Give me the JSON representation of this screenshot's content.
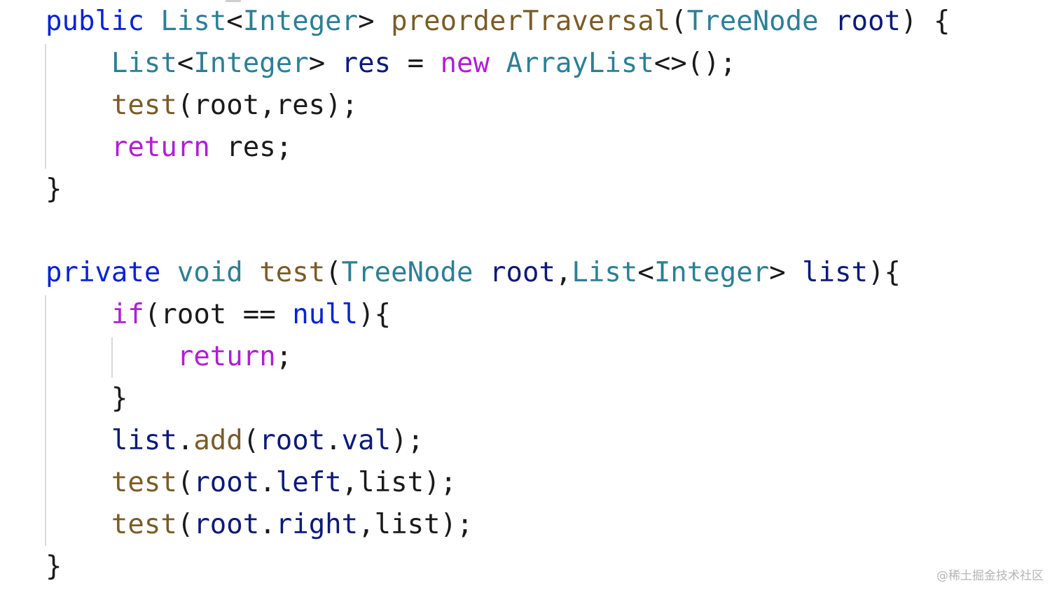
{
  "editor": {
    "lines": [
      {
        "tokens": [
          [
            "public",
            "kw"
          ],
          [
            " ",
            "pl"
          ],
          [
            "List",
            "ty"
          ],
          [
            "<",
            "pl"
          ],
          [
            "Integer",
            "ty"
          ],
          [
            "> ",
            "pl"
          ],
          [
            "preorderTraversal",
            "fn"
          ],
          [
            "(",
            "pl"
          ],
          [
            "TreeNode",
            "ty"
          ],
          [
            " ",
            "pl"
          ],
          [
            "root",
            "vr"
          ],
          [
            ") {",
            "pl"
          ]
        ]
      },
      {
        "tokens": [
          [
            "    ",
            "pl"
          ],
          [
            "List",
            "ty"
          ],
          [
            "<",
            "pl"
          ],
          [
            "Integer",
            "ty"
          ],
          [
            "> ",
            "pl"
          ],
          [
            "res",
            "vr"
          ],
          [
            " = ",
            "pl"
          ],
          [
            "new",
            "ctl"
          ],
          [
            " ",
            "pl"
          ],
          [
            "ArrayList",
            "ty"
          ],
          [
            "<>();",
            "pl"
          ]
        ]
      },
      {
        "tokens": [
          [
            "    ",
            "pl"
          ],
          [
            "test",
            "fn"
          ],
          [
            "(root,res);",
            "pl"
          ]
        ]
      },
      {
        "tokens": [
          [
            "    ",
            "pl"
          ],
          [
            "return",
            "ctl"
          ],
          [
            " res;",
            "pl"
          ]
        ]
      },
      {
        "tokens": [
          [
            "}",
            "pl"
          ]
        ]
      },
      {
        "tokens": []
      },
      {
        "tokens": [
          [
            "private",
            "kw"
          ],
          [
            " ",
            "pl"
          ],
          [
            "void",
            "ty"
          ],
          [
            " ",
            "pl"
          ],
          [
            "test",
            "fn"
          ],
          [
            "(",
            "pl"
          ],
          [
            "TreeNode",
            "ty"
          ],
          [
            " ",
            "pl"
          ],
          [
            "root",
            "vr"
          ],
          [
            ",",
            "pl"
          ],
          [
            "List",
            "ty"
          ],
          [
            "<",
            "pl"
          ],
          [
            "Integer",
            "ty"
          ],
          [
            "> ",
            "pl"
          ],
          [
            "list",
            "vr"
          ],
          [
            "){",
            "pl"
          ]
        ]
      },
      {
        "tokens": [
          [
            "    ",
            "pl"
          ],
          [
            "if",
            "ctl"
          ],
          [
            "(root == ",
            "pl"
          ],
          [
            "null",
            "kw"
          ],
          [
            "){",
            "pl"
          ]
        ]
      },
      {
        "tokens": [
          [
            "        ",
            "pl"
          ],
          [
            "return",
            "ctl"
          ],
          [
            ";",
            "pl"
          ]
        ]
      },
      {
        "tokens": [
          [
            "    }",
            "pl"
          ]
        ]
      },
      {
        "tokens": [
          [
            "    ",
            "pl"
          ],
          [
            "list",
            "vr"
          ],
          [
            ".",
            "pl"
          ],
          [
            "add",
            "fn"
          ],
          [
            "(",
            "pl"
          ],
          [
            "root",
            "vr"
          ],
          [
            ".",
            "pl"
          ],
          [
            "val",
            "vr"
          ],
          [
            ");",
            "pl"
          ]
        ]
      },
      {
        "tokens": [
          [
            "    ",
            "pl"
          ],
          [
            "test",
            "fn"
          ],
          [
            "(",
            "pl"
          ],
          [
            "root",
            "vr"
          ],
          [
            ".",
            "pl"
          ],
          [
            "left",
            "vr"
          ],
          [
            ",list);",
            "pl"
          ]
        ]
      },
      {
        "tokens": [
          [
            "    ",
            "pl"
          ],
          [
            "test",
            "fn"
          ],
          [
            "(",
            "pl"
          ],
          [
            "root",
            "vr"
          ],
          [
            ".",
            "pl"
          ],
          [
            "right",
            "vr"
          ],
          [
            ",list);",
            "pl"
          ]
        ]
      },
      {
        "tokens": [
          [
            "}",
            "pl"
          ]
        ]
      }
    ]
  },
  "watermark": "@稀土掘金技术社区"
}
